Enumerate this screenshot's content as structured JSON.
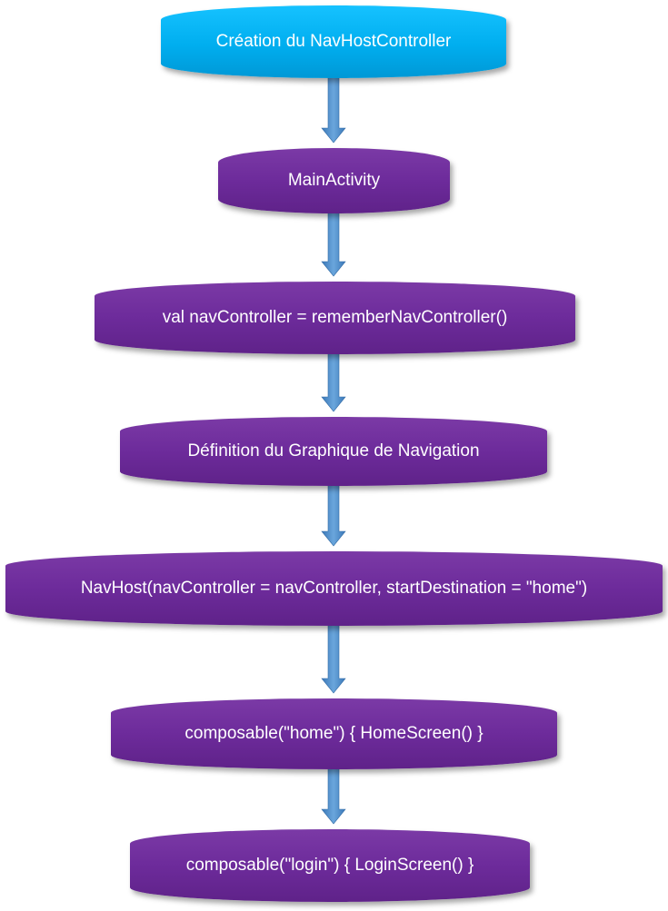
{
  "diagram": {
    "nodes": [
      {
        "id": "n0",
        "label": "Création du NavHostController"
      },
      {
        "id": "n1",
        "label": "MainActivity"
      },
      {
        "id": "n2",
        "label": "val navController = rememberNavController()"
      },
      {
        "id": "n3",
        "label": "Définition du Graphique de Navigation"
      },
      {
        "id": "n4",
        "label": "NavHost(navController = navController, startDestination = \"home\")"
      },
      {
        "id": "n5",
        "label": "composable(\"home\") { HomeScreen() }"
      },
      {
        "id": "n6",
        "label": "composable(\"login\") { LoginScreen() }"
      }
    ],
    "edges": [
      {
        "from": "n0",
        "to": "n1"
      },
      {
        "from": "n1",
        "to": "n2"
      },
      {
        "from": "n2",
        "to": "n3"
      },
      {
        "from": "n3",
        "to": "n4"
      },
      {
        "from": "n4",
        "to": "n5"
      },
      {
        "from": "n5",
        "to": "n6"
      }
    ],
    "colors": {
      "start_node": "#00aeef",
      "step_node": "#6d2b9b",
      "arrow": "#4f8fc9",
      "text": "#ffffff"
    }
  }
}
